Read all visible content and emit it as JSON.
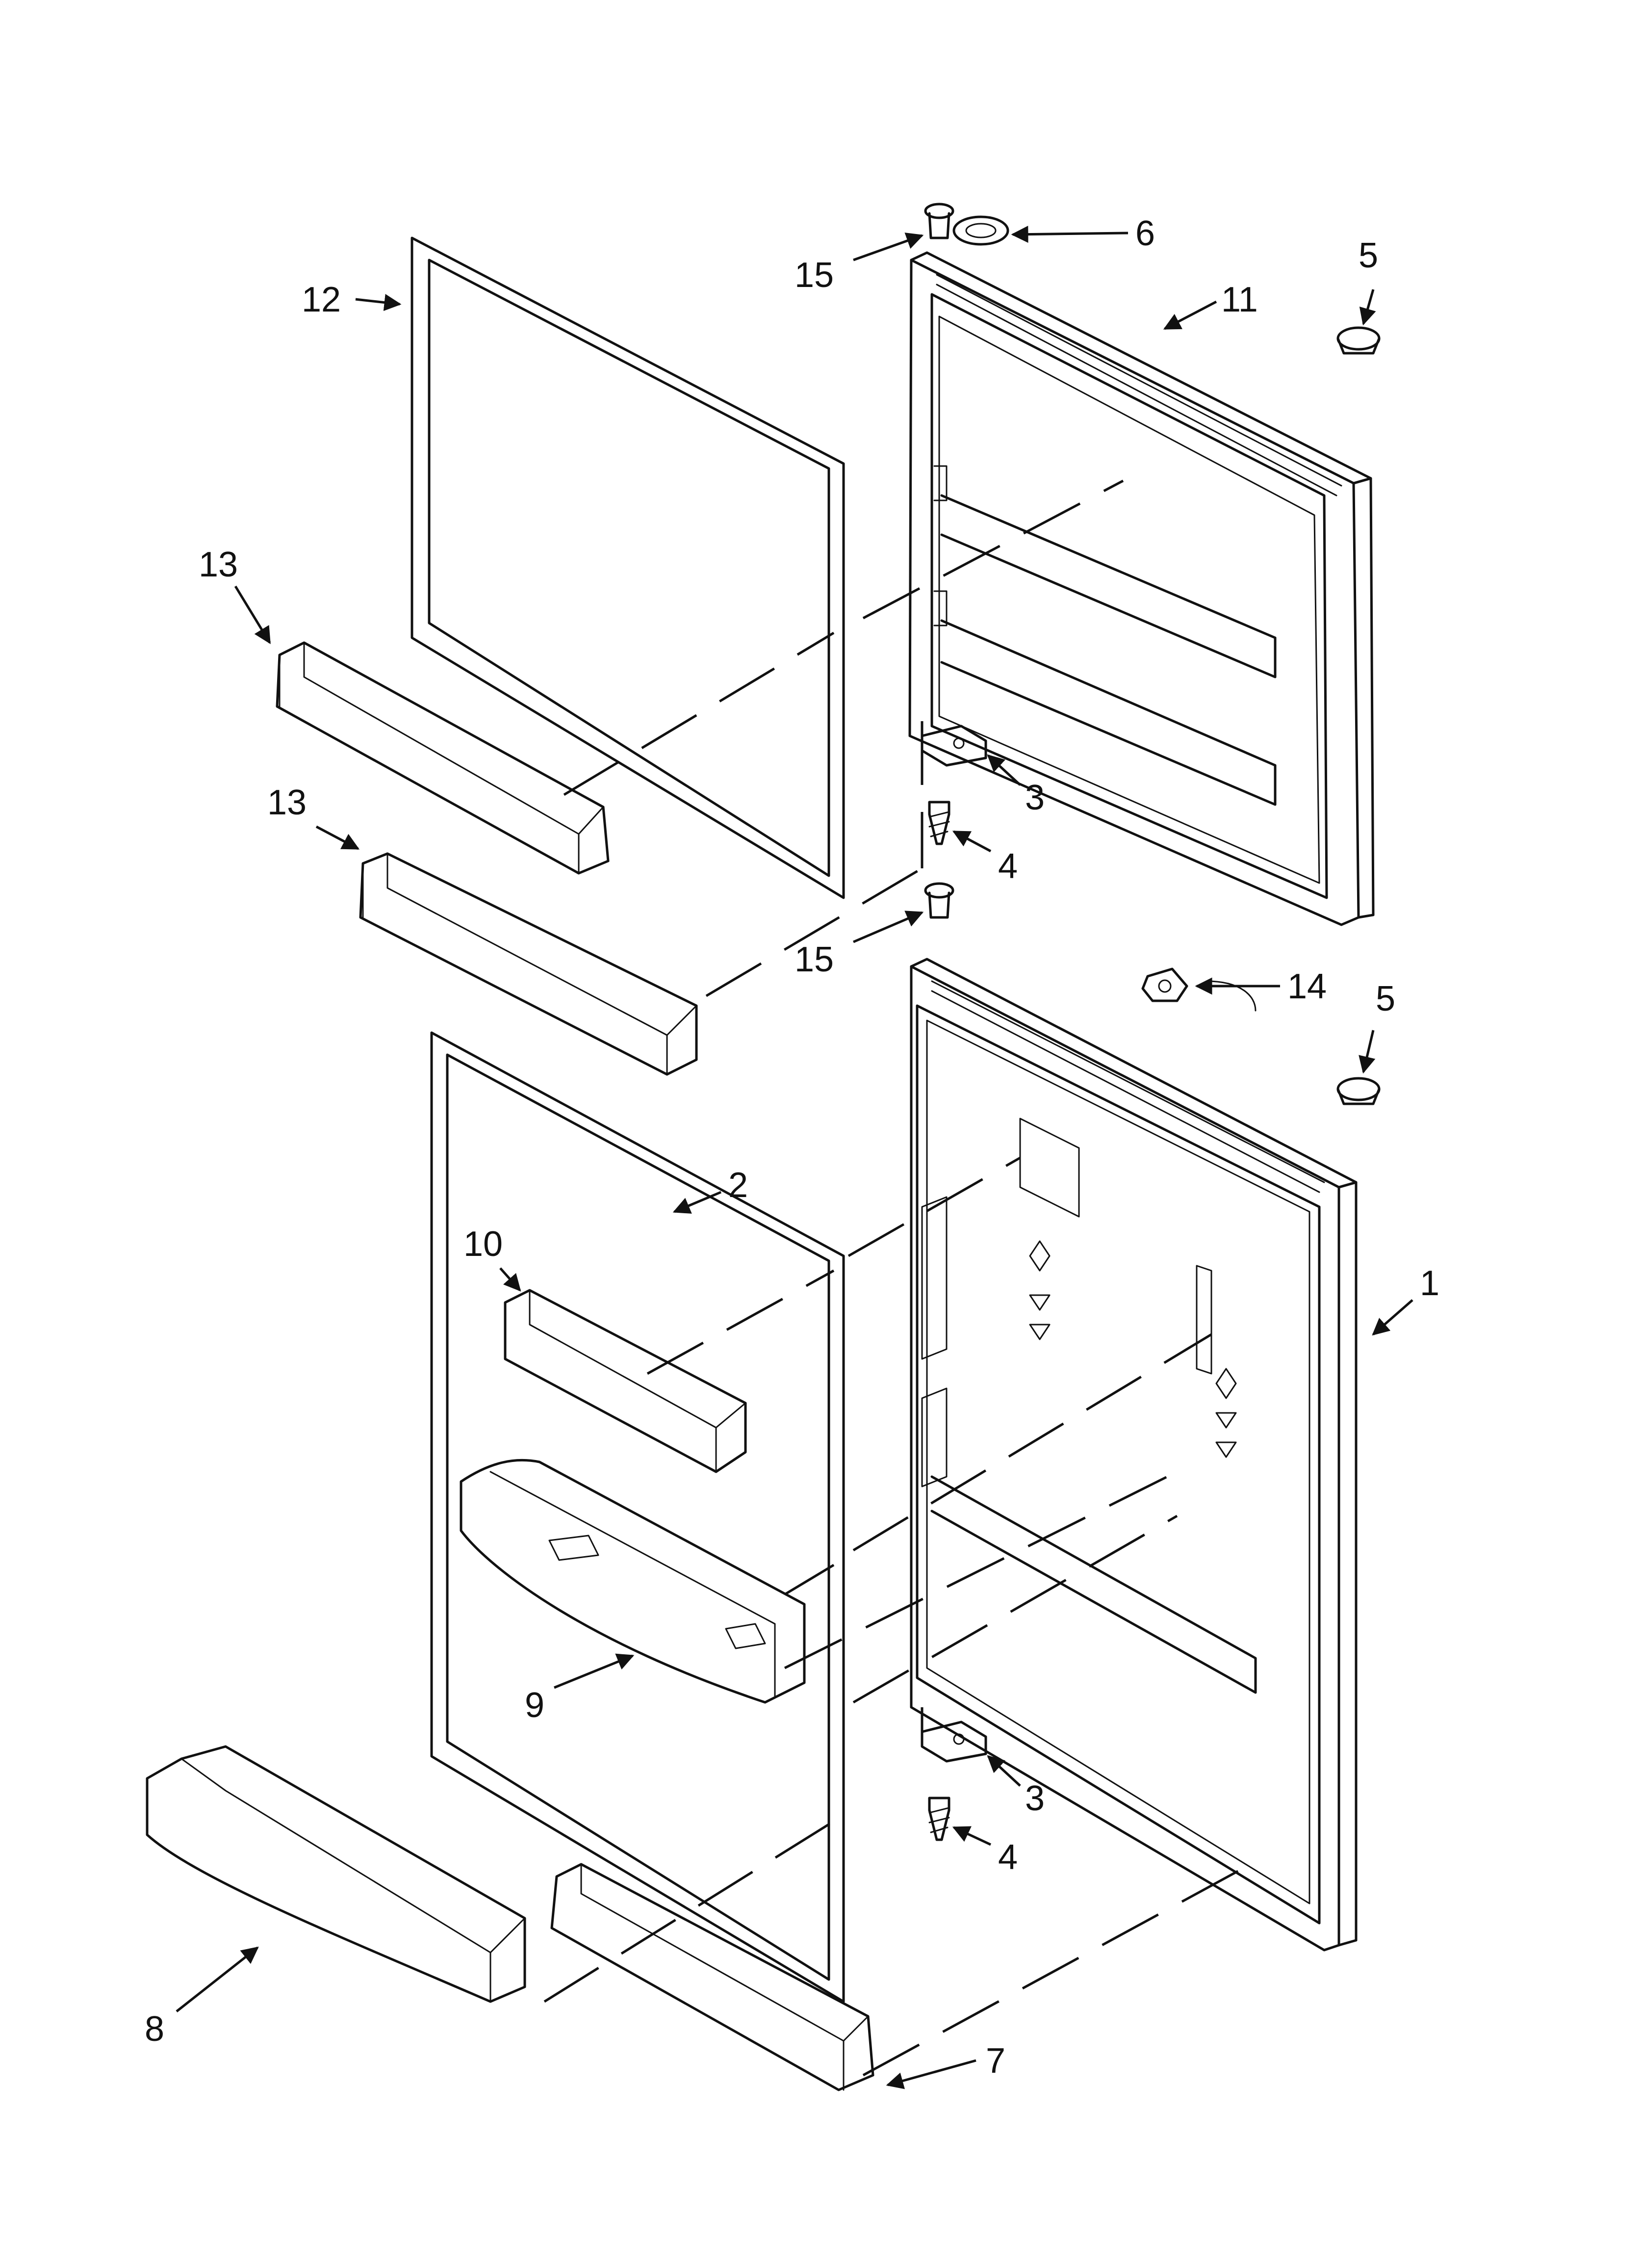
{
  "callouts": {
    "c1": "1",
    "c2": "2",
    "c3a": "3",
    "c3b": "3",
    "c4a": "4",
    "c4b": "4",
    "c5a": "5",
    "c5b": "5",
    "c6": "6",
    "c7": "7",
    "c8": "8",
    "c9": "9",
    "c10": "10",
    "c11": "11",
    "c12": "12",
    "c13a": "13",
    "c13b": "13",
    "c14": "14",
    "c15a": "15",
    "c15b": "15"
  },
  "colors": {
    "line": "#111111",
    "background": "#ffffff"
  }
}
